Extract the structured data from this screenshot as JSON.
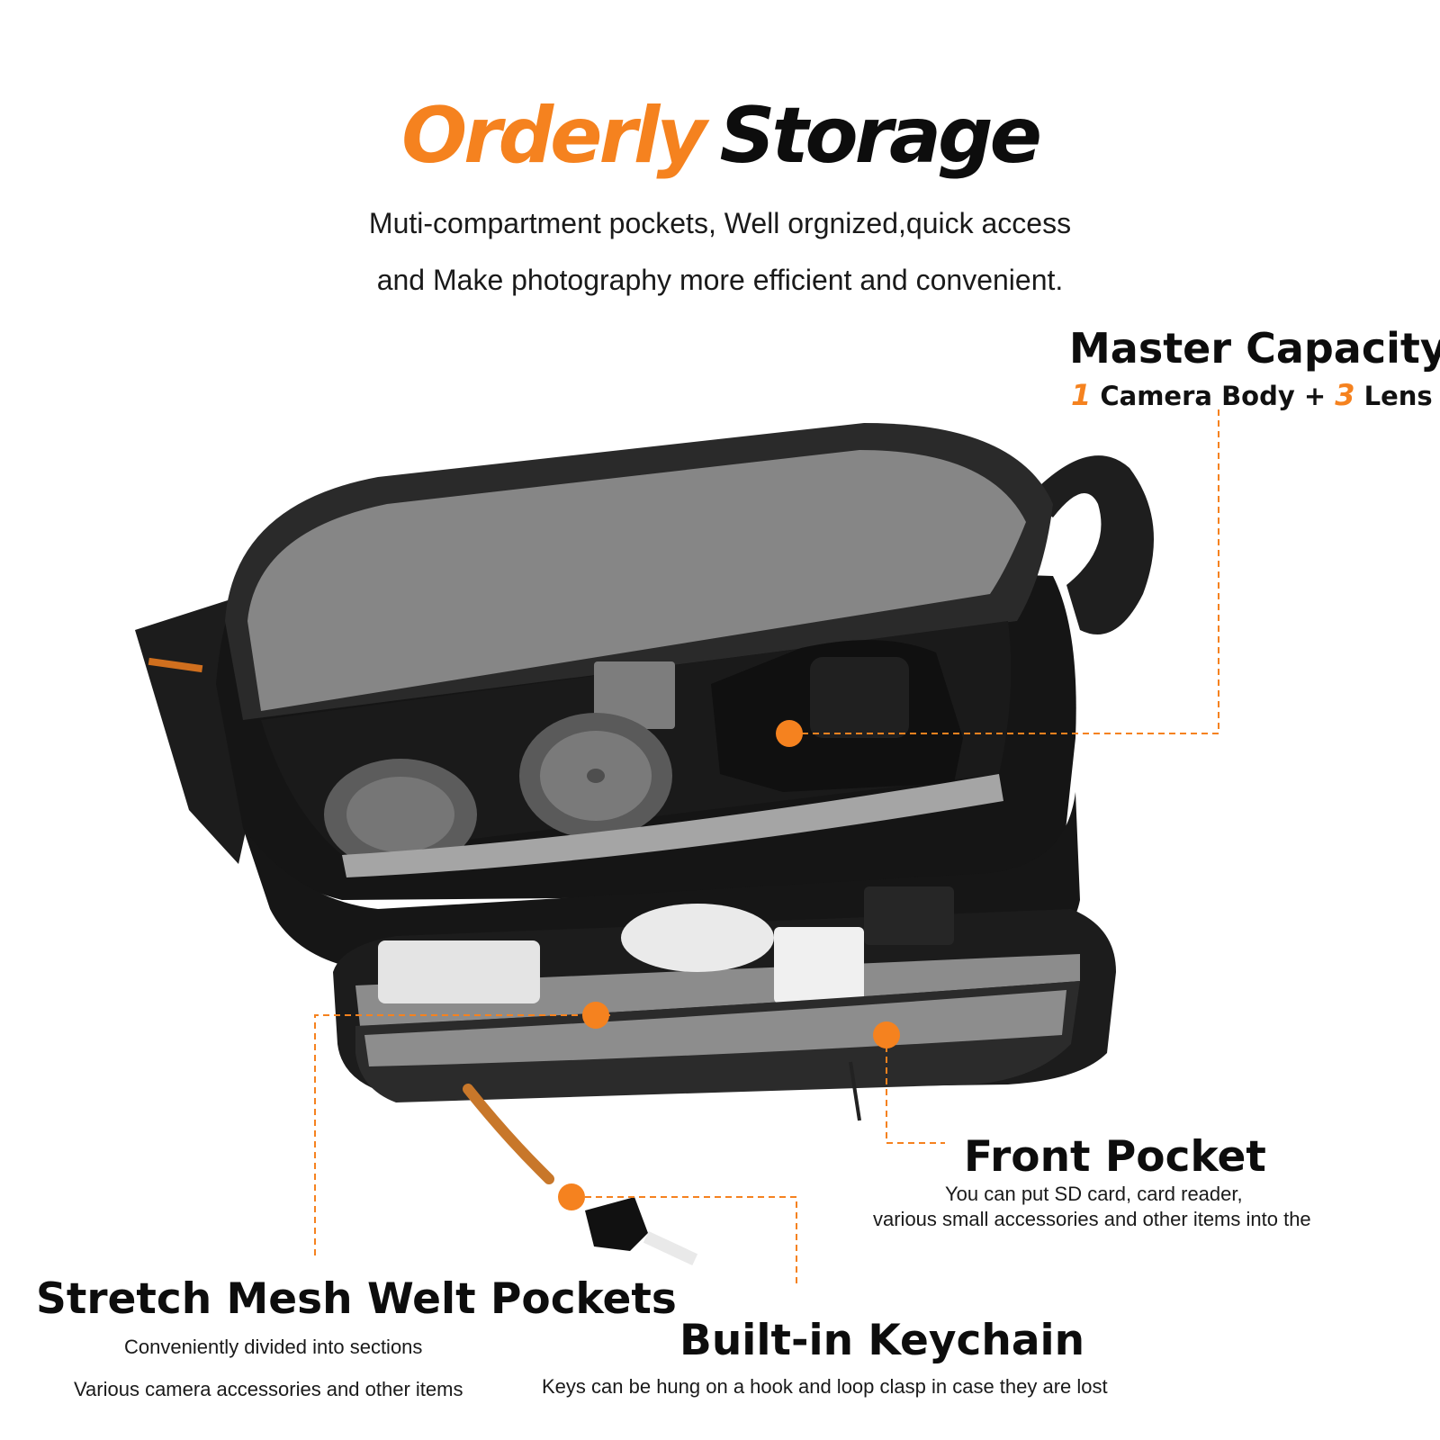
{
  "headline": {
    "word1": "Orderly",
    "word2": "Storage",
    "accent": "#f5821f"
  },
  "subtitle": {
    "line1": "Muti-compartment pockets, Well orgnized,quick access",
    "line2": "and Make photography more efficient and convenient."
  },
  "callouts": {
    "master": {
      "title": "Master Capacity",
      "num1": "1",
      "text1": " Camera Body + ",
      "num2": "3",
      "text2": " Lens"
    },
    "front": {
      "title": "Front Pocket",
      "line1": "You can put SD card, card reader,",
      "line2": "various small accessories and other items into the"
    },
    "mesh": {
      "title": "Stretch Mesh Welt Pockets",
      "line1": "Conveniently divided into sections",
      "line2": "Various camera accessories and other items"
    },
    "keychain": {
      "title": "Built-in Keychain",
      "line1": "Keys can be hung on a hook and loop clasp in case they are lost"
    }
  },
  "colors": {
    "accent": "#f5821f",
    "bag": "#1a1a1a",
    "lining": "#8e8e8e"
  }
}
